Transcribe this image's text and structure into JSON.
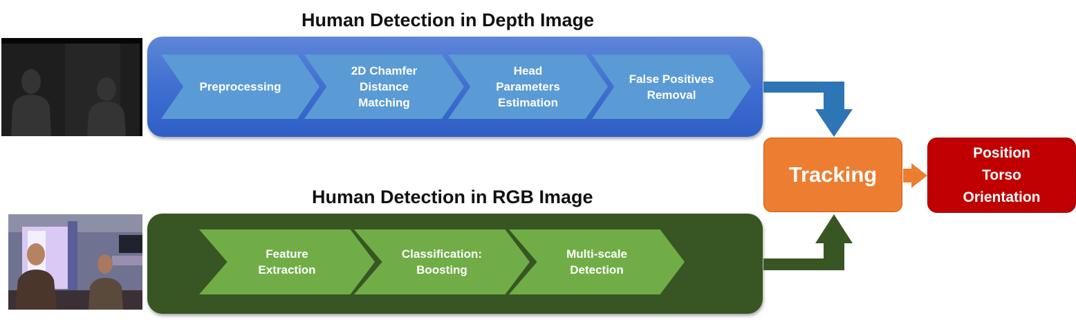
{
  "depth_branch": {
    "title": "Human Detection in Depth Image",
    "steps": [
      "Preprocessing",
      "2D Chamfer\nDistance\nMatching",
      "Head\nParameters\nEstimation",
      "False Positives\nRemoval"
    ]
  },
  "rgb_branch": {
    "title": "Human Detection in RGB Image",
    "steps": [
      "Feature\nExtraction",
      "Classification:\nBoosting",
      "Multi-scale\nDetection"
    ]
  },
  "tracking": {
    "label": "Tracking"
  },
  "output": {
    "label": "Position\nTorso\nOrientation"
  },
  "colors": {
    "depth_panel": "#4472c4",
    "depth_step": "#5b9bd5",
    "depth_arrow": "#2e75b6",
    "rgb_panel": "#375623",
    "rgb_step": "#70ad47",
    "tracking": "#ed7d31",
    "output": "#c00000"
  }
}
